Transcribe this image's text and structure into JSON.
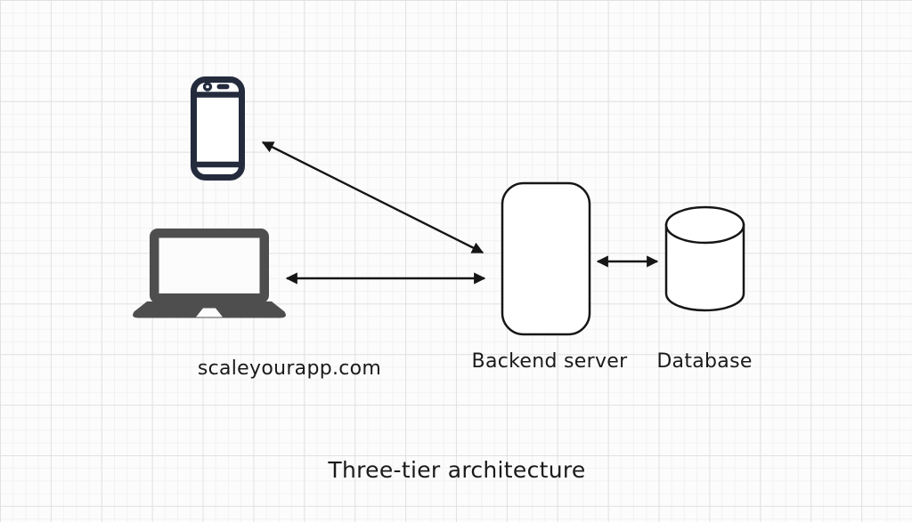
{
  "diagram": {
    "title": "Three-tier architecture",
    "labels": {
      "clients": "scaleyourapp.com",
      "backend": "Backend server",
      "database": "Database"
    },
    "nodes": [
      {
        "id": "mobile-client",
        "icon": "smartphone-icon",
        "tier": "client"
      },
      {
        "id": "laptop-client",
        "icon": "laptop-icon",
        "tier": "client",
        "caption": "scaleyourapp.com"
      },
      {
        "id": "backend-server",
        "shape": "rounded-rectangle",
        "tier": "application",
        "caption": "Backend server"
      },
      {
        "id": "database",
        "shape": "cylinder",
        "icon": "database-cylinder-icon",
        "tier": "data",
        "caption": "Database"
      }
    ],
    "edges": [
      {
        "from": "mobile-client",
        "to": "backend-server",
        "direction": "bidirectional",
        "style": "straight-arrow"
      },
      {
        "from": "laptop-client",
        "to": "backend-server",
        "direction": "bidirectional",
        "style": "straight-arrow"
      },
      {
        "from": "backend-server",
        "to": "database",
        "direction": "bidirectional",
        "style": "straight-arrow"
      }
    ],
    "colors": {
      "background": "#fcfcfc",
      "grid_minor": "#f2f2f3",
      "grid_major": "#e2e2e4",
      "phone_icon": "#242b3d",
      "laptop_icon": "#4e4e4e",
      "outline_stroke": "#161616",
      "node_fill": "#ffffff",
      "text": "#1a1a1a"
    }
  }
}
